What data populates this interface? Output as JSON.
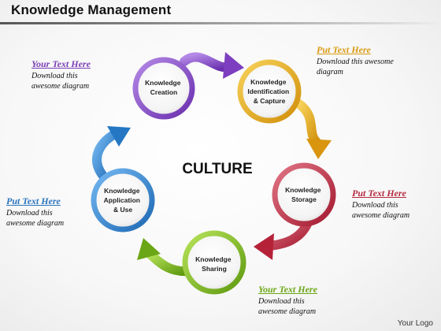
{
  "header": {
    "title": "Knowledge Management"
  },
  "diagram": {
    "center_label": "CULTURE",
    "nodes": [
      {
        "lines": [
          "Knowledge",
          "Creation"
        ],
        "color": "#8b4fc9"
      },
      {
        "lines": [
          "Knowledge",
          "Identification",
          "& Capture"
        ],
        "color": "#e3a81b"
      },
      {
        "lines": [
          "Knowledge",
          "Storage"
        ],
        "color": "#c4324a"
      },
      {
        "lines": [
          "Knowledge",
          "Sharing"
        ],
        "color": "#7cb520"
      },
      {
        "lines": [
          "Knowledge",
          "Application",
          "& Use"
        ],
        "color": "#2f86cf"
      }
    ]
  },
  "notes": [
    {
      "heading": "Your Text Here",
      "body": "Download this\nawesome diagram",
      "color": "#7a3fb5"
    },
    {
      "heading": "Put Text Here",
      "body": "Download this awesome\ndiagram",
      "color": "#d99a12"
    },
    {
      "heading": "Put Text Here",
      "body": "Download this\nawesome diagram",
      "color": "#b52a3e"
    },
    {
      "heading": "Your Text Here",
      "body": "Download this\nawesome diagram",
      "color": "#6aa615"
    },
    {
      "heading": "Put Text Here",
      "body": "Download this\nawesome diagram",
      "color": "#2a74bd"
    }
  ],
  "footer": {
    "logo_text": "Your Logo"
  }
}
